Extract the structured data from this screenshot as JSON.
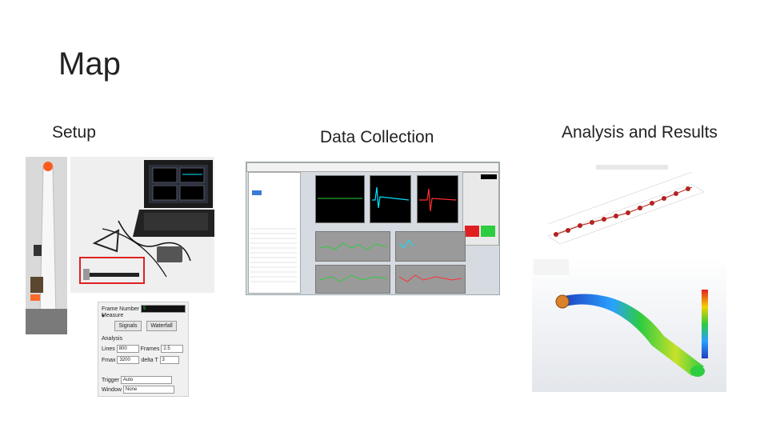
{
  "slide": {
    "title": "Map"
  },
  "sections": {
    "setup": {
      "label": "Setup"
    },
    "data_collection": {
      "label": "Data Collection"
    },
    "analysis": {
      "label": "Analysis and Results"
    }
  },
  "settings_panel": {
    "frame_number_label": "Frame Number",
    "frame_number_value": "5",
    "measure_label": "Measure",
    "signals_button": "Signals",
    "waterfall_button": "Waterfall",
    "analysis_label": "Analysis",
    "lines_label": "Lines",
    "lines_value": "800",
    "fmax_label": "Fmax",
    "fmax_value": "3200",
    "frames_label": "Frames",
    "frames_value": "2.5",
    "dfdt_label": "delta T",
    "dfdt_value": "3",
    "trigger_label": "Trigger",
    "trigger_value": "Auto",
    "window_label": "Window",
    "window_value": "None"
  },
  "colors": {
    "highlight_box": "#e02020",
    "plot_trace_cyan": "#00e5ff",
    "plot_trace_green": "#2ecc40",
    "plot_trace_red": "#ff3030"
  }
}
